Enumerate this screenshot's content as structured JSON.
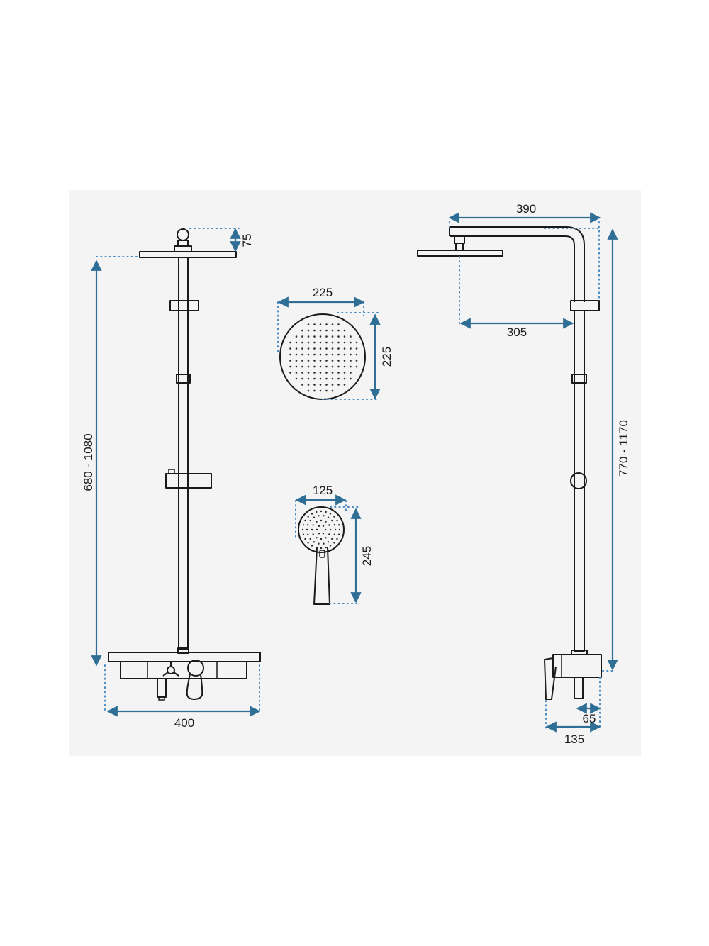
{
  "colors": {
    "background_panel": "#f4f4f4",
    "outline": "#1a1a1a",
    "dimension_line": "#2f6f95",
    "extension_dots": "#4a8bc4"
  },
  "dimensions": {
    "front": {
      "top_fitting_height": "75",
      "height_range": "680 - 1080",
      "bar_width": "400"
    },
    "overhead_shower": {
      "width": "225",
      "height": "225"
    },
    "hand_shower": {
      "width": "125",
      "height": "245"
    },
    "side": {
      "arm_length": "390",
      "head_offset": "305",
      "height_range": "770  - 1170",
      "wall_depth_small": "65",
      "wall_depth_large": "135"
    }
  }
}
